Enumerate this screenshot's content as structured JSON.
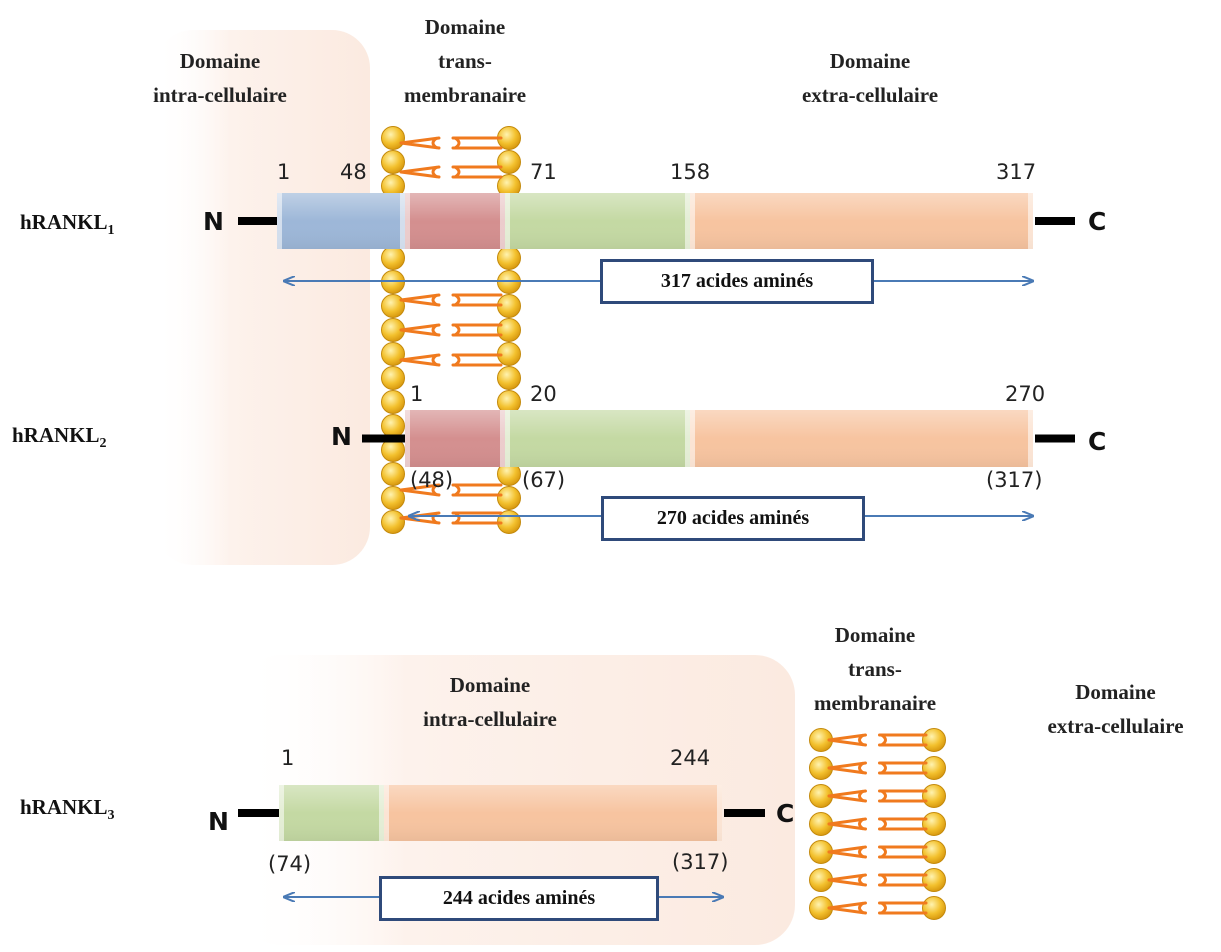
{
  "headers": {
    "intra_top": "Domaine\nintra-cellulaire",
    "trans_top": "Domaine\ntrans-\nmembranaire",
    "extra_top": "Domaine\nextra-cellulaire",
    "intra_bottom": "Domaine\nintra-cellulaire",
    "trans_bottom": "Domaine\ntrans-\nmembranaire",
    "extra_bottom": "Domaine\nextra-cellulaire"
  },
  "rows": [
    {
      "name": "hRANKL",
      "sub": "1",
      "n_label": "N",
      "c_label": "C",
      "positions": [
        "1",
        "48",
        "71",
        "158",
        "317"
      ],
      "alt_positions": [],
      "length_label": "317 acides aminés"
    },
    {
      "name": "hRANKL",
      "sub": "2",
      "n_label": "N",
      "c_label": "C",
      "positions": [
        "1",
        "20",
        "270"
      ],
      "alt_positions": [
        "(48)",
        "(67)",
        "(317)"
      ],
      "length_label": "270 acides aminés"
    },
    {
      "name": "hRANKL",
      "sub": "3",
      "n_label": "N",
      "c_label": "C",
      "positions": [
        "1",
        "244"
      ],
      "alt_positions": [
        "(74)",
        "(317)"
      ],
      "length_label": "244 acides aminés"
    }
  ],
  "colors": {
    "intracellular_segment": "#9db7d8",
    "transmembrane_segment": "#d48f8f",
    "stalk_segment": "#c4d9a3",
    "extracellular_segment": "#f7c4a0",
    "lipid_head": "#f3c12e",
    "lipid_tail": "#f07a1e",
    "arrow": "#4a7ab5",
    "label_box_border": "#2f4a7a",
    "domain_shade": "#fdf3ee"
  }
}
